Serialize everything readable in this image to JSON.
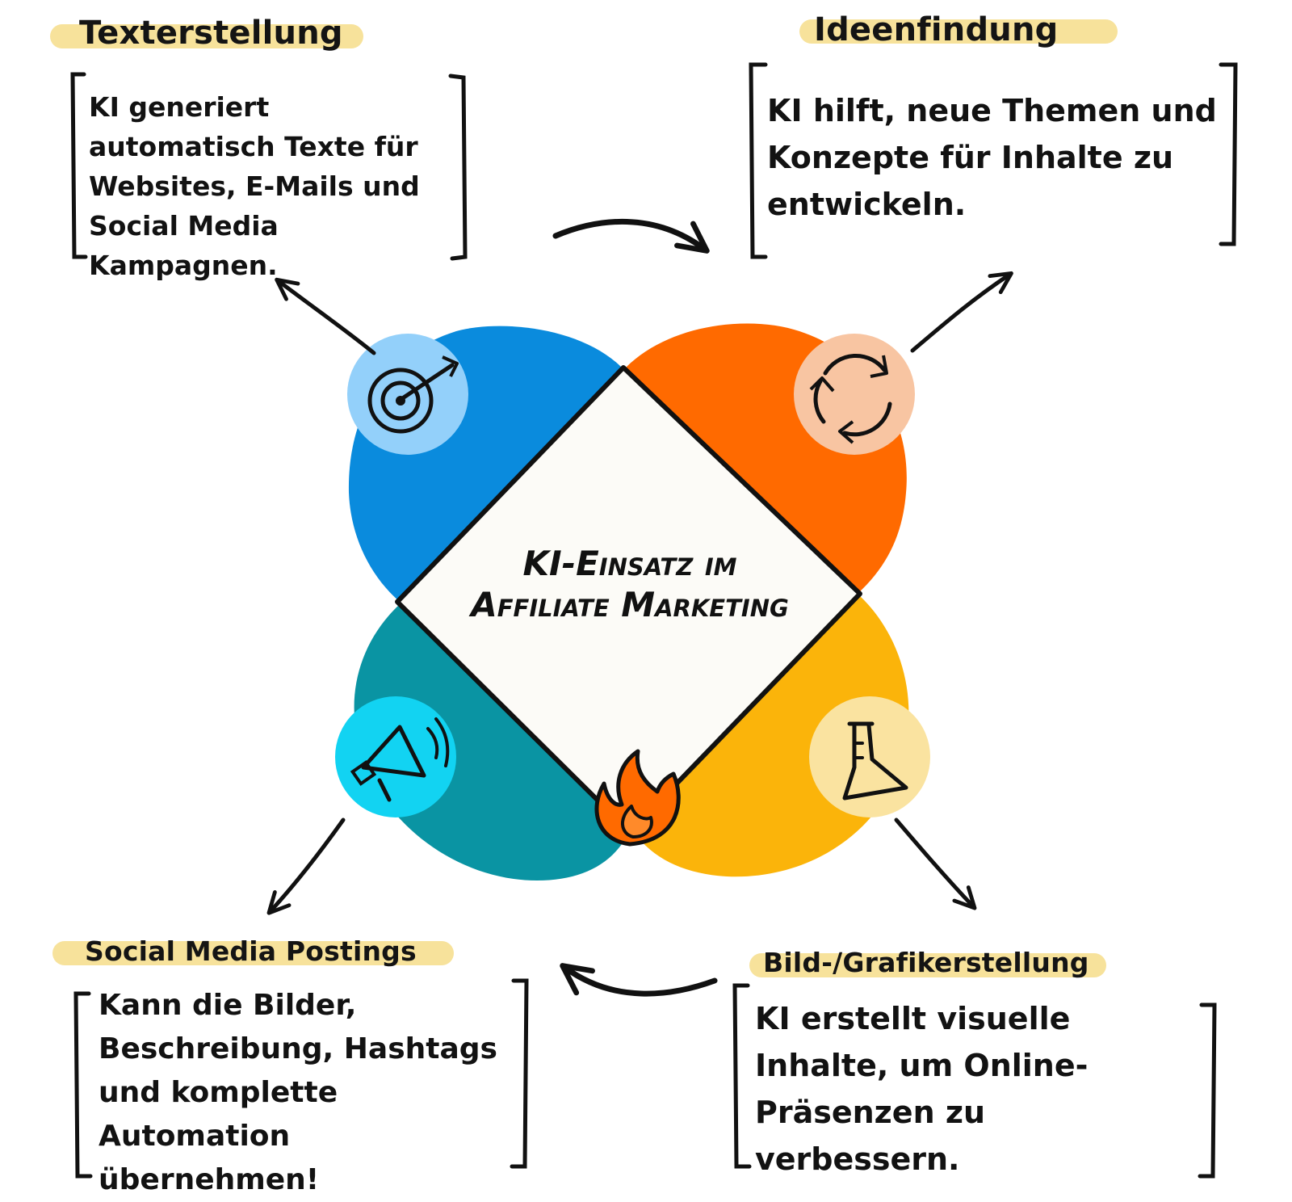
{
  "center": {
    "title": "KI-Einsatz im Affiliate Marketing"
  },
  "sections": {
    "top_left": {
      "title": "Texterstellung",
      "text": "KI generiert automatisch Texte für Websites, E-Mails und Social Media Kampagnen."
    },
    "top_right": {
      "title": "Ideenfindung",
      "text": "KI hilft, neue Themen und Konzepte für Inhalte zu entwickeln."
    },
    "bottom_left": {
      "title": "Social Media Postings",
      "text": "Kann die Bilder, Beschreibung, Hashtags und komplette Automation übernehmen!"
    },
    "bottom_right": {
      "title": "Bild-/Grafikerstellung",
      "text": "KI erstellt visuelle Inhalte, um Online-Präsenzen zu verbessern."
    }
  },
  "icons": [
    "target-icon",
    "recycle-arrows-icon",
    "megaphone-icon",
    "flask-icon",
    "flame-icon"
  ],
  "colors": {
    "blue": "#0A8BDD",
    "orange": "#FF6A00",
    "teal": "#0A94A3",
    "yellow": "#FBB40A",
    "center_fill": "#FCFBF7",
    "highlight": "#F7E29B",
    "icon_blue_bg": "#93D0FA",
    "icon_orange_bg": "#F8C5A2",
    "icon_cyan_bg": "#12D3F2",
    "icon_yellow_bg": "#FAE3A0"
  }
}
